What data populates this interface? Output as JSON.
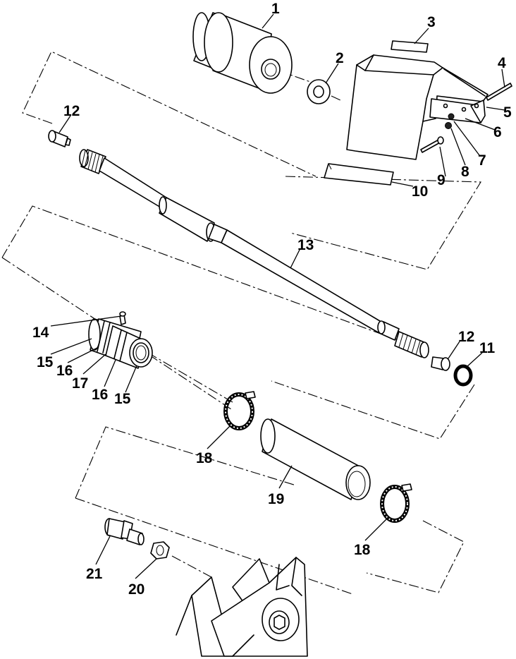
{
  "diagram": {
    "callouts": [
      "1",
      "2",
      "3",
      "4",
      "5",
      "6",
      "7",
      "8",
      "9",
      "10",
      "11",
      "12",
      "12",
      "13",
      "14",
      "15",
      "15",
      "16",
      "16",
      "17",
      "18",
      "18",
      "19",
      "20",
      "21"
    ]
  }
}
